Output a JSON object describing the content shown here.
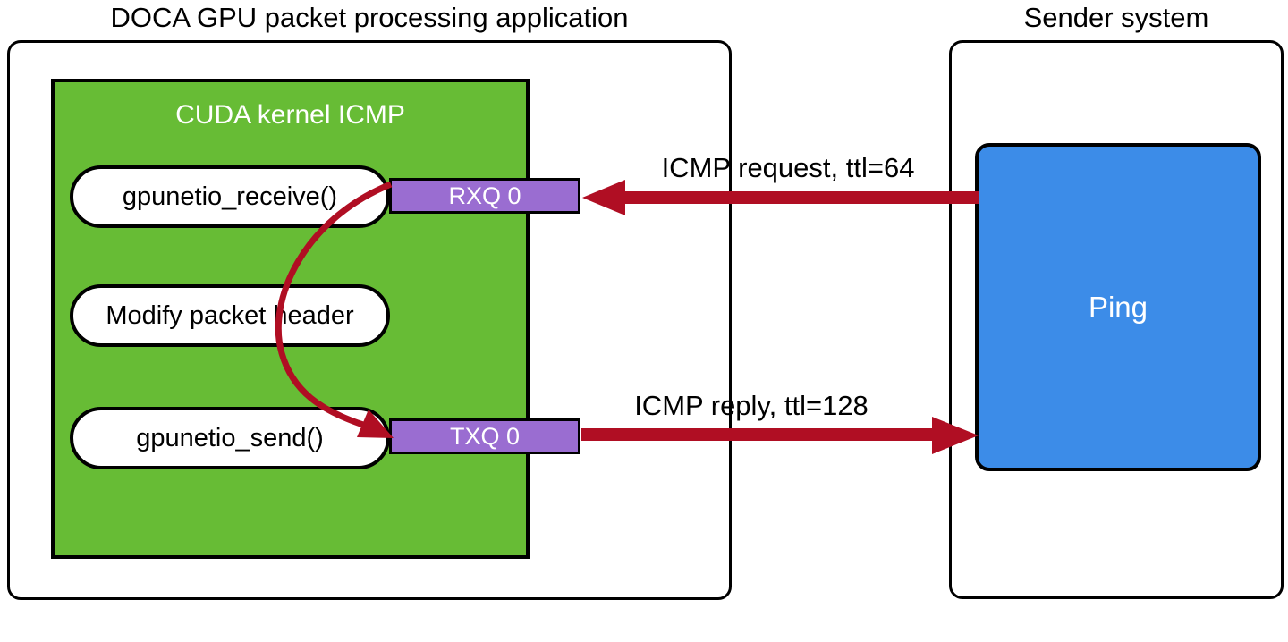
{
  "colors": {
    "green": "#67BC35",
    "purple": "#9A6DD1",
    "blue": "#3C8CE8",
    "arrow_red": "#B00E23",
    "border_black": "#000000"
  },
  "left_panel": {
    "title": "DOCA GPU packet processing application",
    "kernel": {
      "title": "CUDA kernel ICMP",
      "steps": [
        "gpunetio_receive()",
        "Modify packet header",
        "gpunetio_send()"
      ]
    },
    "queues": {
      "rx": "RXQ 0",
      "tx": "TXQ 0"
    }
  },
  "right_panel": {
    "title": "Sender system",
    "node": "Ping"
  },
  "arrows": {
    "request_label": "ICMP request, ttl=64",
    "reply_label": "ICMP reply, ttl=128"
  }
}
